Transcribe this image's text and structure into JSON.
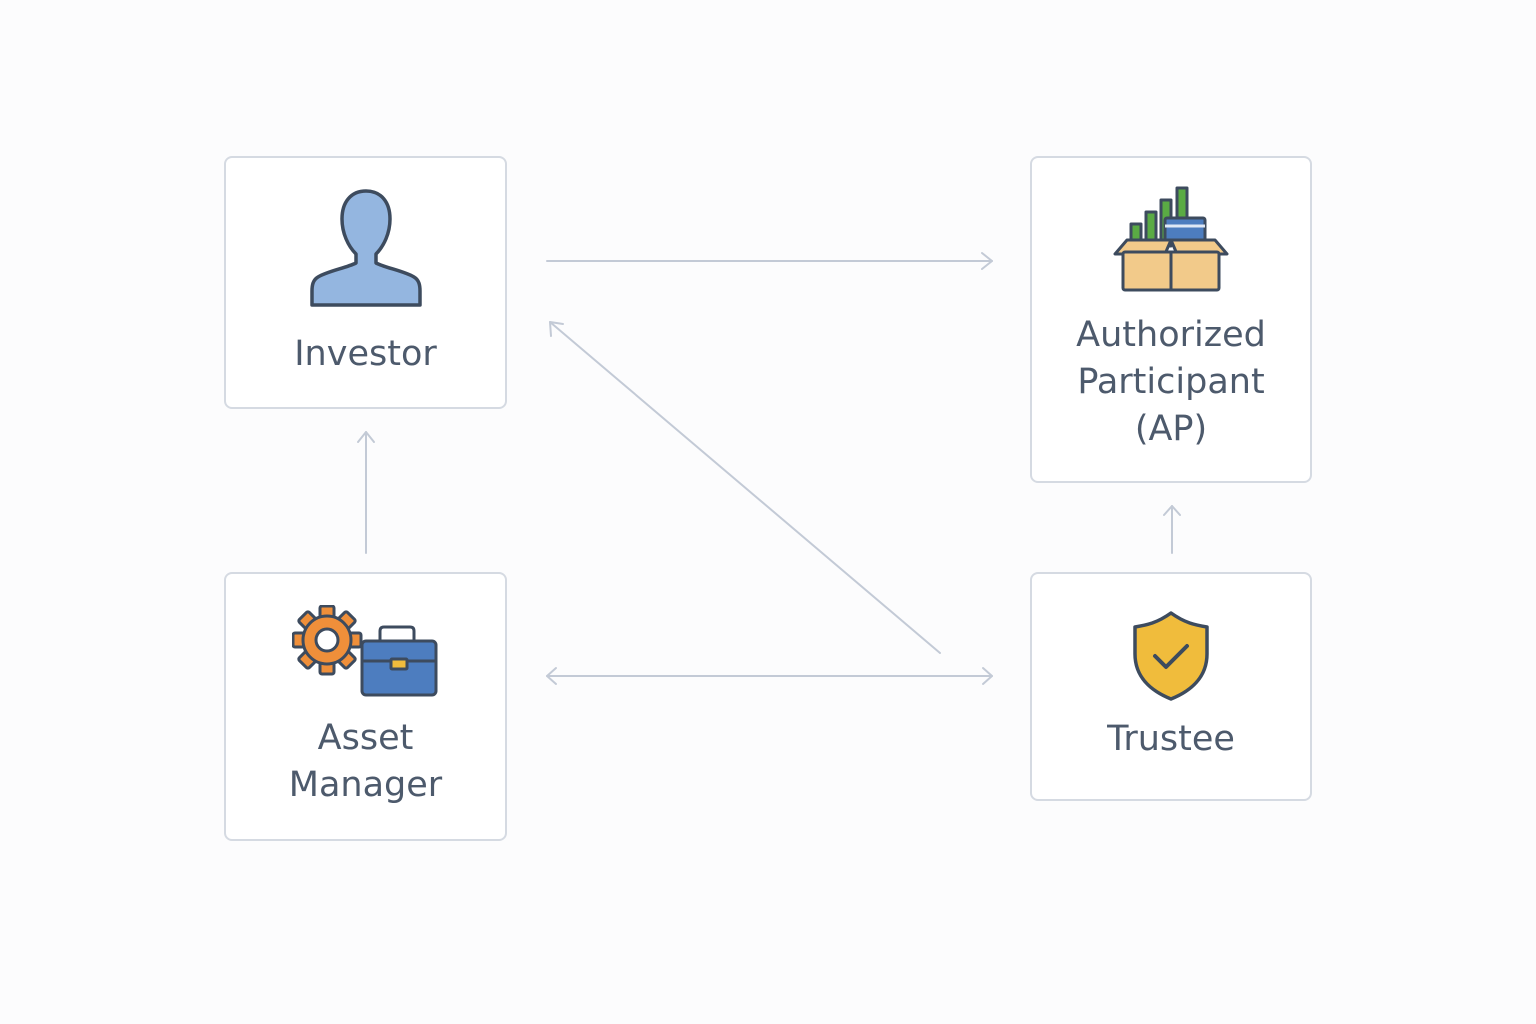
{
  "diagram": {
    "nodes": {
      "investor": {
        "label": "Investor",
        "icon": "person-icon"
      },
      "authorized_participant": {
        "label": "Authorized\nParticipant\n(AP)",
        "icon": "open-box-chart-icon"
      },
      "asset_manager": {
        "label": "Asset\nManager",
        "icon": "gear-briefcase-icon"
      },
      "trustee": {
        "label": "Trustee",
        "icon": "shield-check-icon"
      }
    },
    "edges": [
      {
        "from": "investor",
        "to": "authorized_participant",
        "direction": "forward"
      },
      {
        "from": "trustee",
        "to": "investor",
        "direction": "forward"
      },
      {
        "from": "asset_manager",
        "to": "investor",
        "direction": "forward"
      },
      {
        "from": "asset_manager",
        "to": "trustee",
        "direction": "both"
      },
      {
        "from": "trustee",
        "to": "authorized_participant",
        "direction": "forward"
      }
    ],
    "colors": {
      "node_border": "#d5dae2",
      "label_text": "#4d5a6c",
      "connector": "#c3cad6",
      "person_fill": "#94b6e0",
      "gear_fill": "#ef8f3a",
      "briefcase_fill": "#4d7dbf",
      "shield_fill": "#f0bc3c",
      "box_fill": "#f2ca8a",
      "bar_fill": "#5aab44",
      "icon_outline": "#3d4b5e"
    }
  }
}
